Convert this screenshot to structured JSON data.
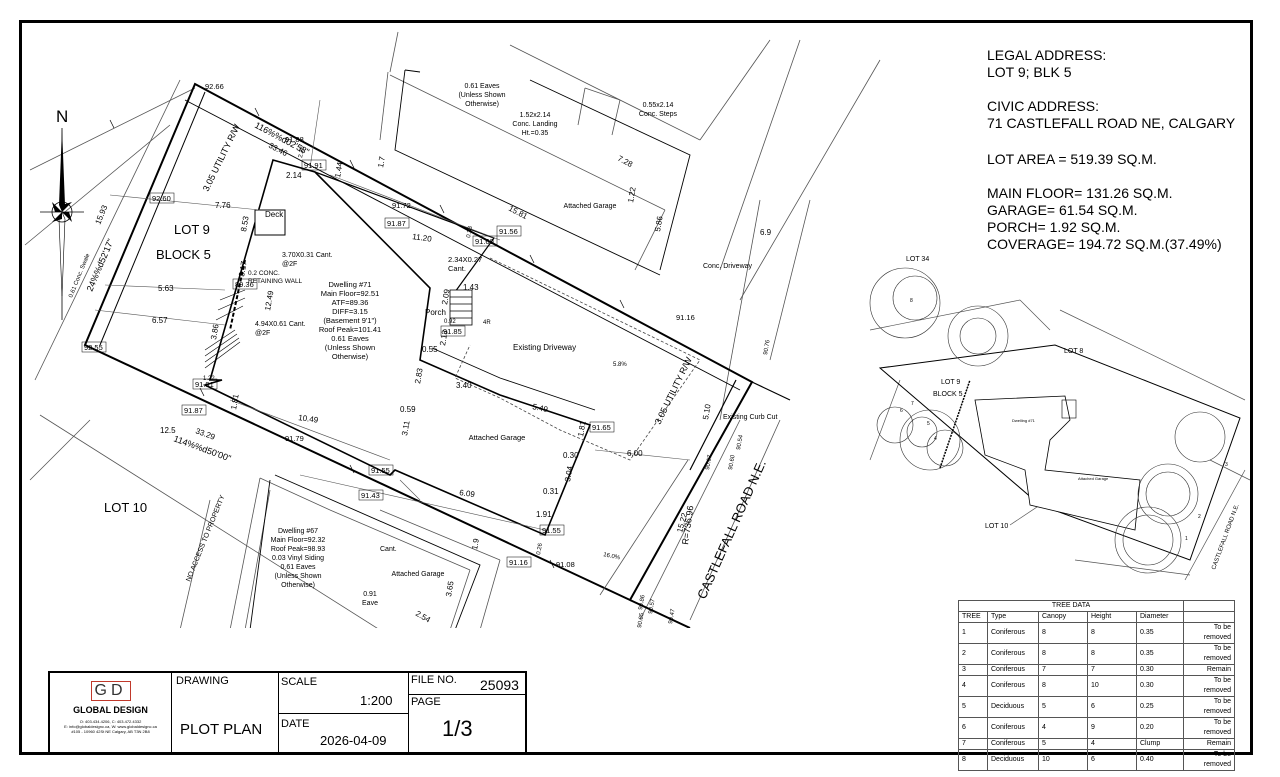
{
  "info": {
    "legal_heading": "LEGAL ADDRESS:",
    "legal_value": "LOT 9; BLK 5",
    "civic_heading": "CIVIC ADDRESS:",
    "civic_value": "71 CASTLEFALL ROAD NE, CALGARY",
    "lot_area": "LOT AREA = 519.39 SQ.M.",
    "main_floor": "MAIN FLOOR= 131.26 SQ.M.",
    "garage": "GARAGE= 61.54 SQ.M.",
    "porch": "PORCH= 1.92 SQ.M.",
    "coverage": "COVERAGE= 194.72 SQ.M.(37.49%)"
  },
  "plan": {
    "north": "N",
    "lot9": "LOT 9",
    "block5": "BLOCK  5",
    "lot10": "LOT 10",
    "road": "CASTLEFALL ROAD N.E.",
    "no_access": "NO ACCESS TO PROPERTY",
    "utility_top": "3.05 UTILITY R/W",
    "utility_right": "3.05 UTILITY R/W",
    "existing_driveway": "Existing Driveway",
    "conc_driveway": "Conc. Driveway",
    "existing_curb": "Existing Curb Cut",
    "deck": "Deck",
    "porch": "Porch",
    "attached_garage": "Attached Garage",
    "dwelling71": [
      "Dwelling #71",
      "Main Floor=92.51",
      "ATF=89.36",
      "DIFF=3.15",
      "(Basement 9'1\")",
      "Roof Peak=101.41",
      "0.61 Eaves",
      "(Unless Shown",
      "Otherwise)"
    ],
    "dwelling67": [
      "Dwelling #67",
      "Main Floor=92.32",
      "Roof Peak=98.93",
      "0.03 Vinyl Siding",
      "0.61 Eaves",
      "(Unless Shown",
      "Otherwise)"
    ],
    "eaves_top": [
      "0.61 Eaves",
      "(Unless Shown",
      "Otherwise)"
    ],
    "landing": [
      "1.52x2.14",
      "Conc. Landing",
      "Ht.=0.35"
    ],
    "steps": [
      "0.55x2.14",
      "Conc. Steps"
    ],
    "garage_top": "Attached Garage",
    "garage_bottom": "Attached Garage",
    "cant_top": [
      "2.34X0.27",
      "Cant."
    ],
    "cant_left": [
      "3.70X0.31 Cant.",
      "@2F"
    ],
    "retaining": [
      "0.2 CONC.",
      "RETAINING WALL"
    ],
    "cant_low": [
      "4.94X0.61 Cant.",
      "@2F"
    ],
    "bearing_top": "116%%d02'58\"",
    "bearing_left": "24%%d52'17\"",
    "bearing_bottom": "114%%d50'00\"",
    "radius": "R=736.96",
    "slope1": "5.8%",
    "slope2": "16.0%",
    "conc_swale": "0.61 Conc. Swale",
    "cant_bottom": "Cant.",
    "eave_bottom": [
      "0.91",
      "Eave"
    ],
    "dims": {
      "d3346": "33.46",
      "d1593": "15.93",
      "d3329": "33.29",
      "d1522": "15.22",
      "d776": "7.76",
      "d563": "5.63",
      "d657": "6.57",
      "d1120": "11.20",
      "d1049": "10.49",
      "d1249": "12.49",
      "d609": "6.09",
      "d600": "6.00",
      "d549": "5.49",
      "d340": "3.40",
      "d214": "2.14",
      "d853": "8.53",
      "d317": "3.17",
      "d386": "3.86",
      "d181": "1.81",
      "d144": "1.44",
      "d143": "1.43",
      "d209": "2.09",
      "d213": "2.13",
      "d055": "0.55",
      "d283": "2.83",
      "d059": "0.59",
      "d311": "3.11",
      "d191": "1.91",
      "d031": "0.31",
      "d304": "3.04",
      "d030": "0.30",
      "d181b": "1.81",
      "d510": "5.10",
      "d1581": "15.81",
      "d728": "7.28",
      "d586": "5.86",
      "d69": "6.9",
      "d125": "12.5",
      "d19": "1.9",
      "d365": "3.65",
      "d254": "2.54",
      "d122": "1.22",
      "d17": "1.7"
    },
    "elev": {
      "e9266": "92.66",
      "e9260": "92.60",
      "e9255": "92.55",
      "e9191": "91.91",
      "e9188": "91.88",
      "e9187": "91.87",
      "e9172": "91.72",
      "e9160": "91.60",
      "e9156": "91.56",
      "e9136": "89.36",
      "e9116": "91.16",
      "e9185": "91.85",
      "e9179": "91.79",
      "e9155": "91.55",
      "e9143": "91.43",
      "e9165": "91.65",
      "e9108": "91.08",
      "e9116b": "91.16",
      "e9155b": "91.55",
      "e9187b": "91.87",
      "e9191b": "91.91",
      "e9167": "90.67",
      "e9076": "90.76",
      "e9086": "90.86",
      "e9085": "90.85",
      "e9057": "90.57",
      "e9047": "90.47",
      "e9054": "90.54",
      "e9060": "90.60"
    },
    "marks": {
      "m4r": "4R",
      "m092": "0.92",
      "m033": "0.33",
      "m026": "0.26",
      "m215": "2.15",
      "m122": "1.22"
    }
  },
  "keymap": {
    "lot34": "LOT 34",
    "lot8": "LOT 8",
    "lot9": "LOT 9",
    "block5": "BLOCK 5",
    "lot10": "LOT 10",
    "dwelling": "Dwelling #71",
    "garage": "Attached Garage",
    "road": "CASTLEFALL ROAD N.E.",
    "tree_nums": [
      "1",
      "2",
      "3",
      "4",
      "5",
      "6",
      "7",
      "8"
    ]
  },
  "tree_table": {
    "title": "TREE DATA",
    "headers": [
      "TREE",
      "Type",
      "Canopy",
      "Height",
      "Diameter",
      ""
    ],
    "rows": [
      [
        "1",
        "Coniferous",
        "8",
        "8",
        "0.35",
        "To be removed"
      ],
      [
        "2",
        "Coniferous",
        "8",
        "8",
        "0.35",
        "To be removed"
      ],
      [
        "3",
        "Coniferous",
        "7",
        "7",
        "0.30",
        "Remain"
      ],
      [
        "4",
        "Coniferous",
        "8",
        "10",
        "0.30",
        "To be removed"
      ],
      [
        "5",
        "Deciduous",
        "5",
        "6",
        "0.25",
        "To be removed"
      ],
      [
        "6",
        "Coniferous",
        "4",
        "9",
        "0.20",
        "To be removed"
      ],
      [
        "7",
        "Coniferous",
        "5",
        "4",
        "Clump",
        "Remain"
      ],
      [
        "8",
        "Deciduous",
        "10",
        "6",
        "0.40",
        "To be removed"
      ]
    ]
  },
  "title_block": {
    "logo": "GD",
    "company": "GLOBAL DESIGN",
    "contact1": "O: 403.434.4206, C: 403.472.4332",
    "contact2": "E: info@globaldesignc.ca, W: www.globaldesignc.ca",
    "contact3": "#105 - 10960 42St NE Calgary, AB T3N 2B8",
    "drawing_label": "DRAWING",
    "drawing_value": "PLOT PLAN",
    "scale_label": "SCALE",
    "scale_value": "1:200",
    "date_label": "DATE",
    "date_value": "2026-04-09",
    "file_label": "FILE NO.",
    "file_value": "25093",
    "page_label": "PAGE",
    "page_value": "1/3"
  },
  "colors": {
    "line": "#000000",
    "thin": "#555555",
    "dim": "#333333"
  }
}
